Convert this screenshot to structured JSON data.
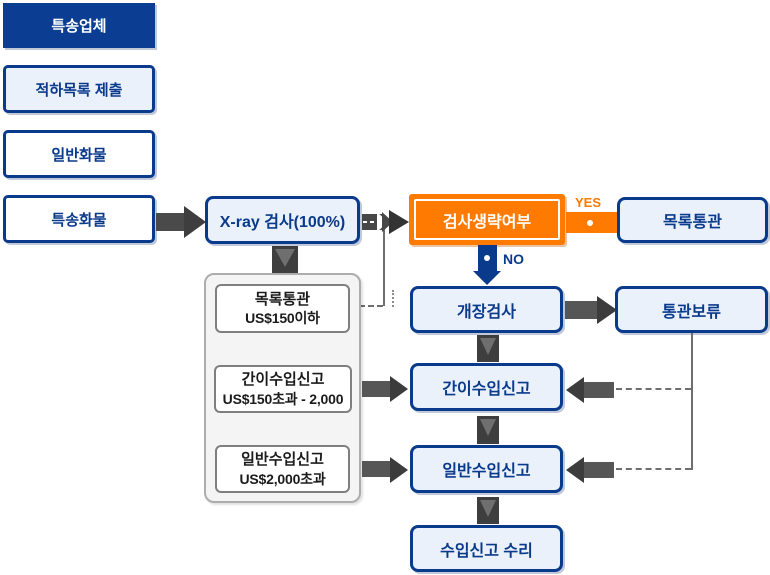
{
  "colors": {
    "navy": "#0A3A8C",
    "navy_fill": "#0B3E92",
    "orange": "#FF7A00",
    "light_blue": "#EAF1FB",
    "arrow_gray": "#4A4A4A",
    "group_gray": "#F4F4F4"
  },
  "left_column": {
    "header": "특송업체",
    "manifest": "적하목록 제출",
    "general_cargo": "일반화물",
    "express_cargo": "특송화물"
  },
  "flow": {
    "xray": "X-ray 검사(100%)",
    "decision": "검사생략여부",
    "yes": "YES",
    "no": "NO",
    "list_clearance": "목록통관",
    "open_inspection": "개장검사",
    "clearance_hold": "통관보류",
    "simplified_import_declaration": "간이수입신고",
    "general_import_declaration": "일반수입신고",
    "declaration_acceptance": "수입신고 수리"
  },
  "criteria": [
    {
      "title": "목록통관",
      "range": "US$150이하"
    },
    {
      "title": "간이수입신고",
      "range": "US$150초과 - 2,000"
    },
    {
      "title": "일반수입신고",
      "range": "US$2,000초과"
    }
  ]
}
